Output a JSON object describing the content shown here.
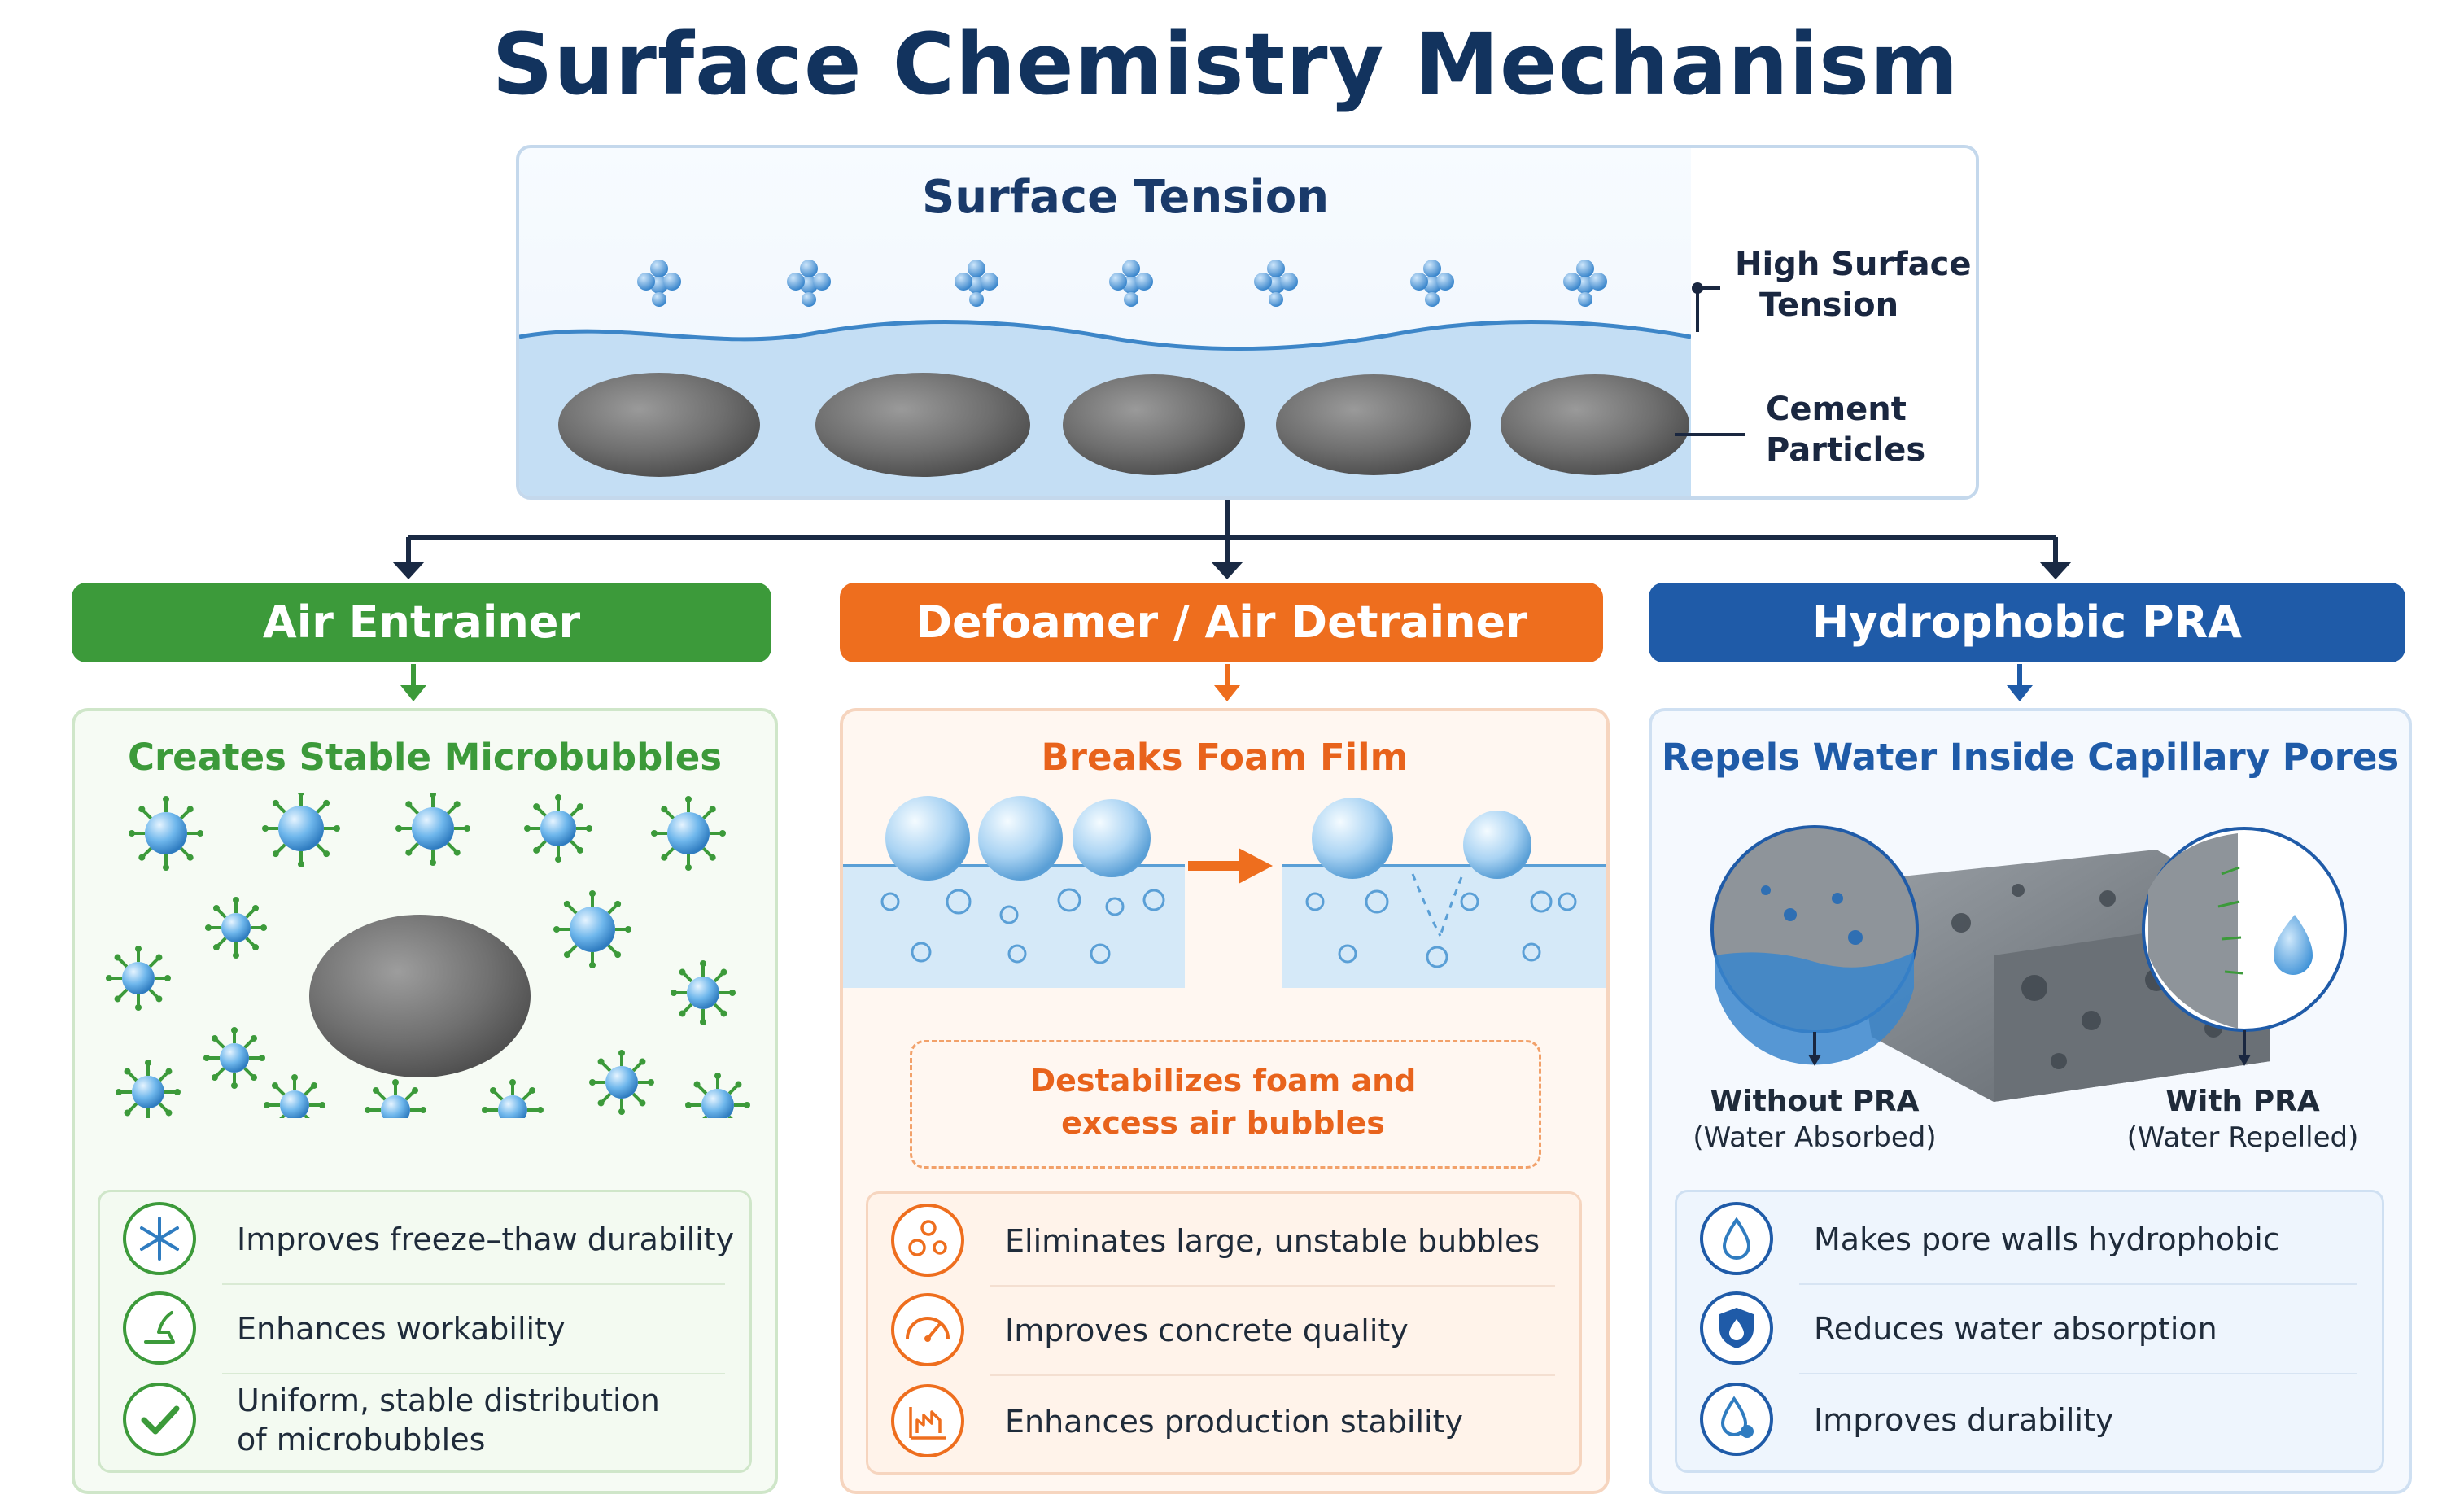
{
  "title": "Surface Chemistry Mechanism",
  "surface_tension": {
    "title": "Surface Tension",
    "label_tension_1": "High Surface",
    "label_tension_2": "Tension",
    "label_particles_1": "Cement",
    "label_particles_2": "Particles"
  },
  "air_entrainer": {
    "header": "Air Entrainer",
    "subtitle": "Creates Stable Microbubbles",
    "benefits": [
      {
        "icon": "snowflake-icon",
        "text": "Improves freeze–thaw durability"
      },
      {
        "icon": "trowel-icon",
        "text": "Enhances workability"
      },
      {
        "icon": "checkmark-icon",
        "text_1": "Uniform, stable distribution",
        "text_2": "of microbubbles"
      }
    ]
  },
  "defoamer": {
    "header": "Defoamer / Air Detrainer",
    "subtitle": "Breaks Foam Film",
    "note_1": "Destabilizes foam and",
    "note_2": "excess air bubbles",
    "benefits": [
      {
        "icon": "bubbles-icon",
        "text": "Eliminates large, unstable bubbles"
      },
      {
        "icon": "gauge-icon",
        "text": "Improves concrete quality"
      },
      {
        "icon": "factory-chart-icon",
        "text": "Enhances production stability"
      }
    ]
  },
  "hydrophobic": {
    "header": "Hydrophobic PRA",
    "subtitle": "Repels Water Inside Capillary Pores",
    "without_title": "Without PRA",
    "without_sub": "(Water Absorbed)",
    "with_title": "With PRA",
    "with_sub": "(Water Repelled)",
    "benefits": [
      {
        "icon": "water-drop-icon",
        "text": "Makes pore walls hydrophobic"
      },
      {
        "icon": "shield-drop-icon",
        "text": "Reduces water absorption"
      },
      {
        "icon": "drop-gear-icon",
        "text": "Improves durability"
      }
    ]
  },
  "colors": {
    "green": "#3c9a3a",
    "orange": "#ee6e1e",
    "blue": "#1f5ba8",
    "navy": "#12335e"
  }
}
